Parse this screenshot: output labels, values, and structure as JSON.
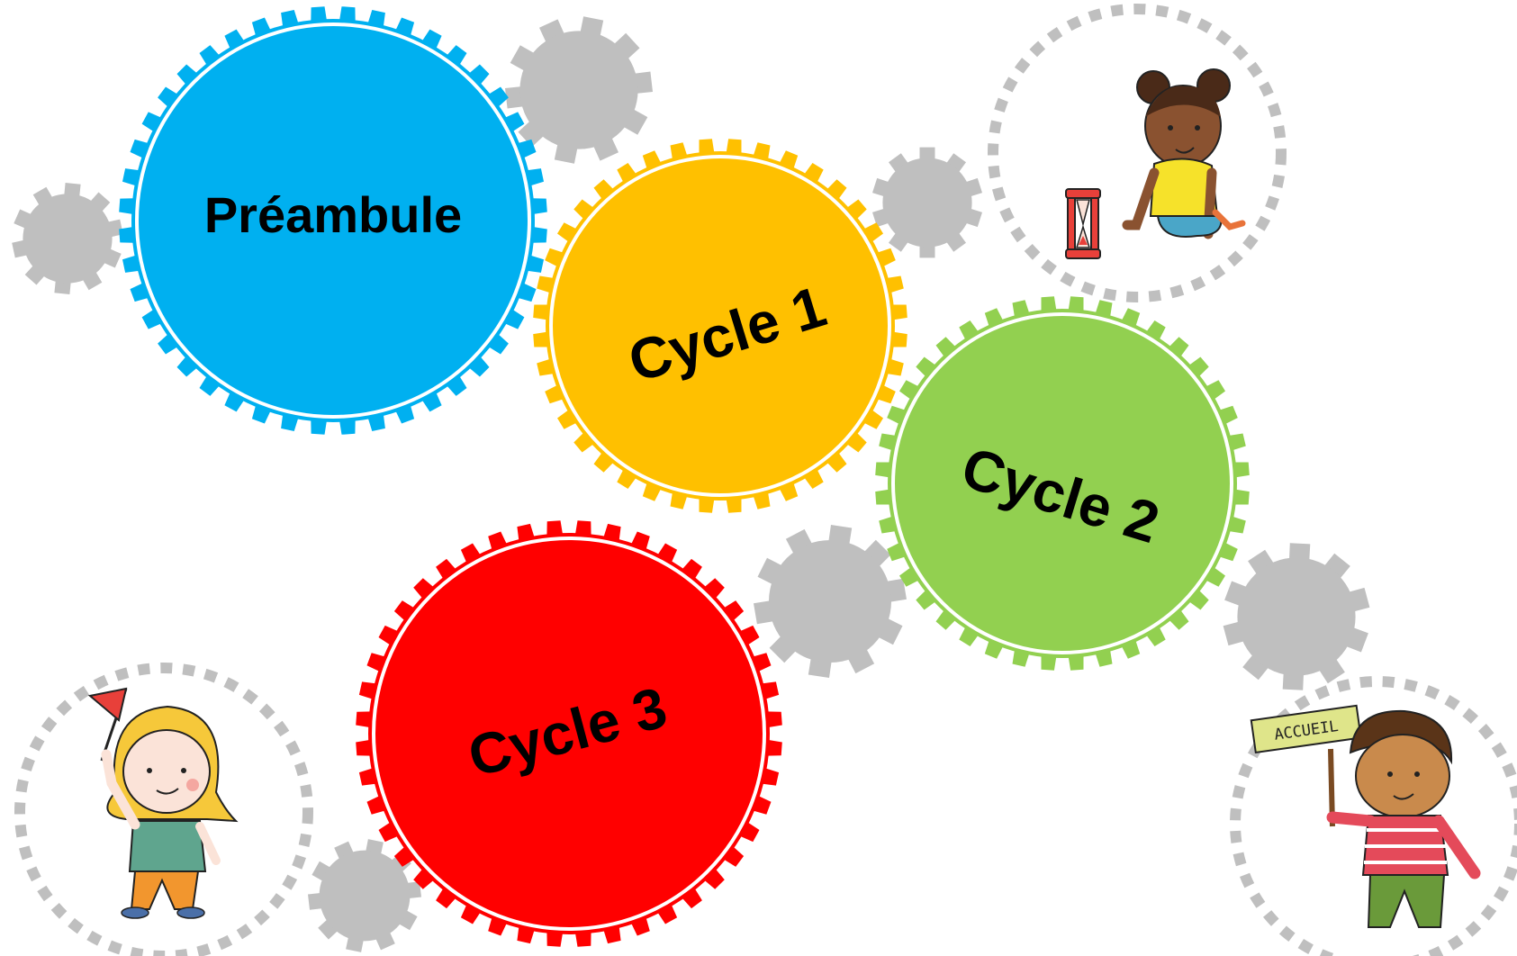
{
  "gears": {
    "preambule": {
      "label": "Préambule",
      "color": "#00b0f0",
      "link": true
    },
    "cycle1": {
      "label": "Cycle 1",
      "color": "#ffc000",
      "link": true
    },
    "cycle2": {
      "label": "Cycle 2",
      "color": "#92d050",
      "link": true
    },
    "cycle3": {
      "label": "Cycle 3",
      "color": "#ff0000",
      "link": true
    }
  },
  "decor": {
    "gear_color": "#bfbfbf",
    "ring_color": "#bfbfbf"
  },
  "illustrations": {
    "girl_hourglass": {
      "icon": "child-with-hourglass-icon"
    },
    "girl_flag": {
      "icon": "child-with-flag-icon"
    },
    "boy_sign": {
      "icon": "child-with-sign-icon",
      "sign_text": "ACCUEIL"
    }
  }
}
